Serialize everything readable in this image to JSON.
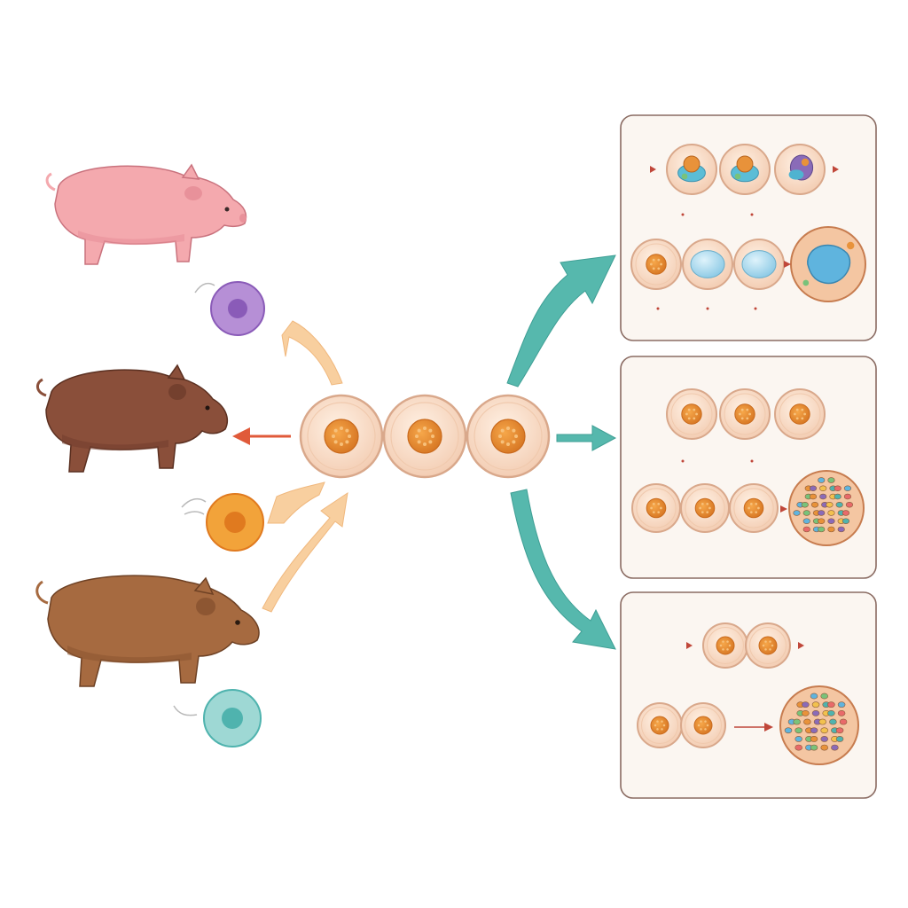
{
  "diagram": {
    "animals": [
      {
        "name": "pink-pig",
        "body": "#f4a9ae",
        "shade": "#e8919a",
        "outline": "#c9727d"
      },
      {
        "name": "dark-brown-boar",
        "body": "#8a4f3a",
        "shade": "#74402e",
        "outline": "#5b3021"
      },
      {
        "name": "tan-boar",
        "body": "#a66a40",
        "shade": "#8d5632",
        "outline": "#6e4124"
      }
    ],
    "donor_cells": [
      {
        "name": "purple-cell",
        "outer": "#b68fd6",
        "inner": "#8a5bb8"
      },
      {
        "name": "orange-cell",
        "outer": "#f2a33a",
        "inner": "#e07a1f"
      },
      {
        "name": "teal-cell",
        "outer": "#9ed8d4",
        "inner": "#4fb3ae"
      }
    ],
    "central_cells": {
      "count": 3,
      "cytoplasm": "#f8d9c2",
      "rim": "#d9a88b",
      "nucleus": "#e8923a"
    },
    "panels": [
      {
        "name": "panel-top",
        "rows": [
          {
            "cells": [
              "mixed",
              "mixed",
              "purple"
            ],
            "arrows": true
          },
          {
            "cells": [
              "nucleus",
              "blue",
              "blue",
              "large-blue"
            ],
            "arrows": false
          }
        ]
      },
      {
        "name": "panel-middle",
        "rows": [
          {
            "cells": [
              "nucleus",
              "nucleus",
              "nucleus"
            ],
            "arrows": false
          },
          {
            "cells": [
              "nucleus",
              "nucleus",
              "nucleus",
              "large-mosaic"
            ],
            "arrows": false
          }
        ]
      },
      {
        "name": "panel-bottom",
        "rows": [
          {
            "cells": [
              "nucleus",
              "nucleus"
            ],
            "arrows": true
          },
          {
            "cells": [
              "nucleus",
              "nucleus",
              "large-mosaic"
            ],
            "arrows": false
          }
        ]
      }
    ],
    "colors": {
      "teal_arrow": "#56b8ad",
      "peach_arrow": "#f8cf9f",
      "red_arrow": "#e05a3a",
      "panel_bg": "#fbf6f1",
      "panel_border": "#8a6b62"
    }
  }
}
